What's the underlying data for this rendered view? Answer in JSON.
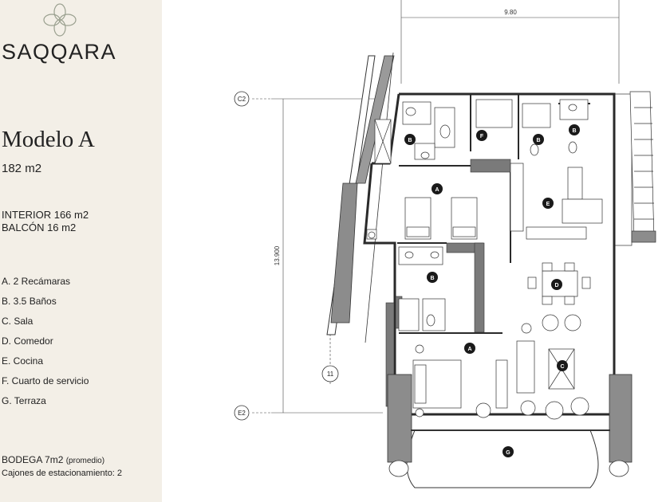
{
  "brand": "SAQQARA",
  "model": "Modelo A",
  "area_total": "182 m2",
  "interior": "INTERIOR 166 m2",
  "balcony": "BALCÓN 16 m2",
  "legend": [
    "A. 2 Recámaras",
    "B. 3.5 Baños",
    "C. Sala",
    "D. Comedor",
    "E. Cocina",
    "F. Cuarto de servicio",
    "G. Terraza"
  ],
  "bodega_label": "BODEGA 7m2",
  "bodega_note": "(promedio)",
  "parking": "Cajones de estacionamiento: 2",
  "plan": {
    "dim_width": "9.80",
    "dim_height": "13.900",
    "grid_c2": "C2",
    "grid_e2": "E2",
    "grid_11": "11",
    "room_markers": [
      "A",
      "A",
      "B",
      "B",
      "B",
      "B",
      "C",
      "D",
      "E",
      "F",
      "G"
    ]
  },
  "colors": {
    "sidebar": "#f3efe7",
    "ink": "#1f1f1f",
    "wall": "#2a2a2a",
    "balcony": "#8c8c8c"
  }
}
